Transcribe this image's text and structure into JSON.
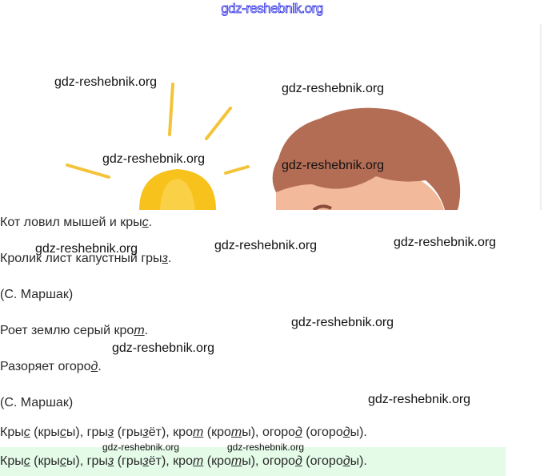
{
  "watermark_top": "gdz-reshebnik.org",
  "watermark": "gdz-reshebnik.org",
  "colors": {
    "sun": "#f7c21b",
    "sun_ray": "#f3c43a",
    "hair": "#b46d55",
    "skin": "#f2b99a",
    "highlight": "#e4fbe8",
    "watermark_top": "#2a2ae0"
  },
  "poem_lines": [
    [
      [
        "Кот ловил мышей и кры",
        false
      ],
      [
        "с",
        true
      ],
      [
        ".",
        false
      ]
    ],
    [
      [
        "Кролик лист капустный гры",
        false
      ],
      [
        "з",
        true
      ],
      [
        ".",
        false
      ]
    ],
    [
      [
        "(С. Маршак)",
        false
      ]
    ],
    [
      [
        "Роет землю серый кро",
        false
      ],
      [
        "т",
        true
      ],
      [
        ".",
        false
      ]
    ],
    [
      [
        "Разоряет огоро",
        false
      ],
      [
        "д",
        true
      ],
      [
        ".",
        false
      ]
    ],
    [
      [
        "(С. Маршак)",
        false
      ]
    ]
  ],
  "answer": [
    [
      "Кры",
      false
    ],
    [
      "с",
      true
    ],
    [
      " (кры",
      false
    ],
    [
      "с",
      true
    ],
    [
      "ы), гры",
      false
    ],
    [
      "з",
      true
    ],
    [
      " (гры",
      false
    ],
    [
      "з",
      true
    ],
    [
      "ёт), кро",
      false
    ],
    [
      "т",
      true
    ],
    [
      " (кро",
      false
    ],
    [
      "т",
      true
    ],
    [
      "ы), огоро",
      false
    ],
    [
      "д",
      true
    ],
    [
      " (огоро",
      false
    ],
    [
      "д",
      true
    ],
    [
      "ы).",
      false
    ]
  ]
}
